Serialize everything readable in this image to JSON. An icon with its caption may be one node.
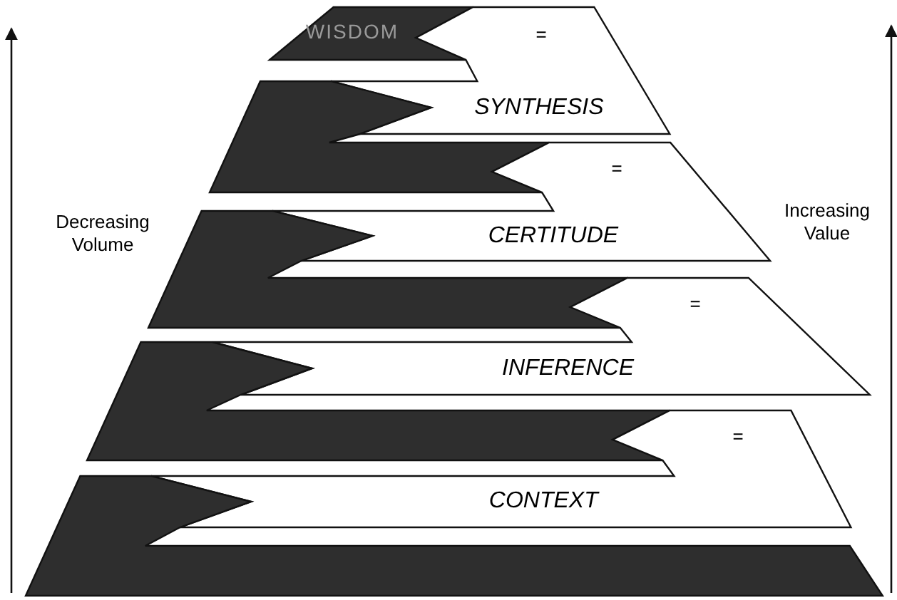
{
  "diagram": {
    "nodes": [
      {
        "text": [
          "WISDOM"
        ]
      },
      {
        "text": [
          "=",
          "SYNTHESIS"
        ]
      },
      {
        "text": [],
        "shape": "bar"
      },
      {
        "text": [
          "=",
          "CERTITUDE"
        ]
      },
      {
        "text": [],
        "shape": "bar"
      },
      {
        "text": [
          "=",
          "INFERENCE"
        ]
      },
      {
        "text": [],
        "shape": "bar"
      },
      {
        "text": [
          "=",
          "CONTEXT"
        ]
      },
      {
        "text": [],
        "shape": "bar"
      }
    ],
    "labels": [
      "Decreasing Volume",
      "Increasing Value"
    ]
  }
}
